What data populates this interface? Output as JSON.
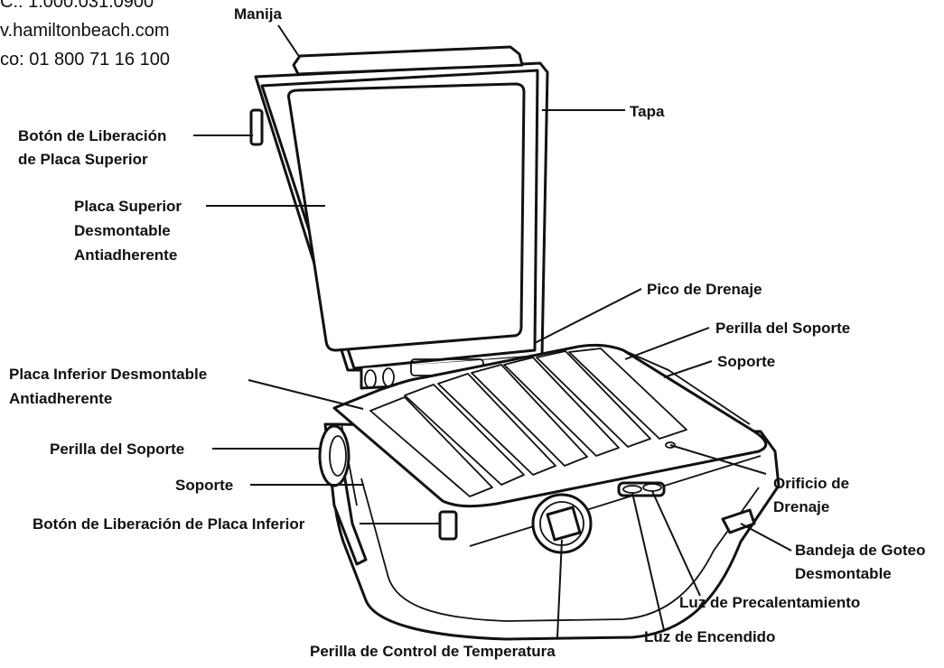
{
  "contact": {
    "phone": "C.: 1.000.031.0900",
    "website": "v.hamiltonbeach.com",
    "mexico": "co: 01 800 71 16 100"
  },
  "labels": {
    "manija": "Manija",
    "tapa": "Tapa",
    "boton_superior_1": "Botón de Liberación",
    "boton_superior_2": "de Placa Superior",
    "placa_superior_1": "Placa Superior",
    "placa_superior_2": "Desmontable",
    "placa_superior_3": "Antiadherente",
    "pico_drenaje": "Pico de Drenaje",
    "perilla_soporte_right": "Perilla del Soporte",
    "soporte_right": "Soporte",
    "placa_inferior_1": "Placa Inferior Desmontable",
    "placa_inferior_2": "Antiadherente",
    "perilla_soporte_left": "Perilla del Soporte",
    "soporte_left": "Soporte",
    "boton_inferior": "Botón de Liberación de Placa Inferior",
    "orificio_1": "Orificio de",
    "orificio_2": "Drenaje",
    "bandeja_1": "Bandeja de Goteo",
    "bandeja_2": "Desmontable",
    "luz_precalentamiento": "Luz de Precalentamiento",
    "luz_encendido": "Luz de Encendido",
    "perilla_temperatura": "Perilla de Control de Temperatura"
  }
}
